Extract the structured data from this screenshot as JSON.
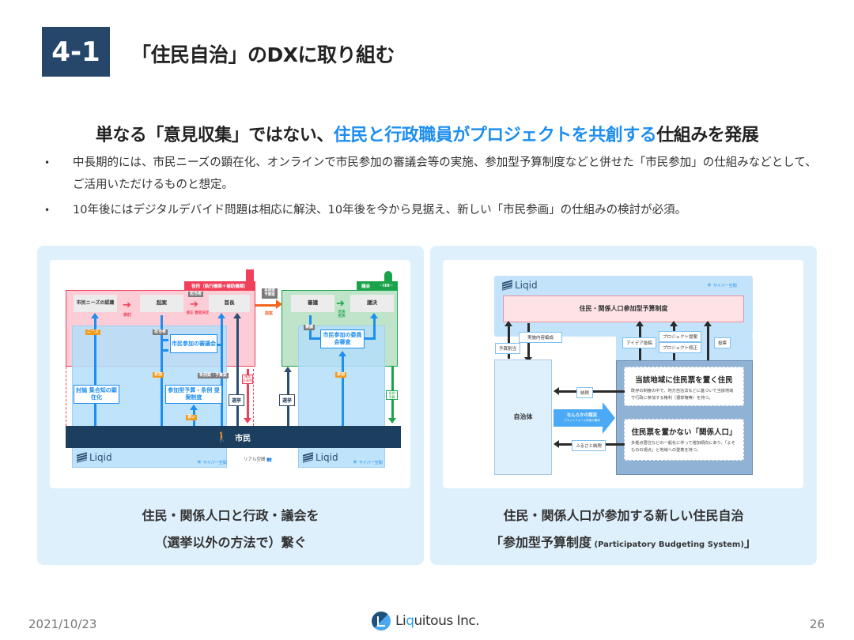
{
  "section": {
    "number": "4-1",
    "title": "「住民自治」のDXに取り組む"
  },
  "headline": {
    "prefix": "単なる「意見収集」ではない、",
    "highlight": "住民と行政職員がプロジェクトを共創する",
    "suffix": "仕組みを発展",
    "highlight_color": "#1e8ef0"
  },
  "bullets": [
    {
      "marker": "•",
      "text": "中長期的には、市民ニーズの顕在化、オンラインで市民参加の審議会等の実施、参加型予算制度などと併せた「市民参加」の仕組みなどとして、ご活用いただけるものと想定。"
    },
    {
      "marker": "•",
      "text": "10年後にはデジタルデバイド問題は相応に解決、10年後を今から見据え、新しい「市民参画」の仕組みの検討が必須。"
    }
  ],
  "left_panel": {
    "caption_line1": "住民・関係人口と行政・議会を",
    "caption_line2": "（選挙以外の方法で）繋ぐ",
    "diagram": {
      "yakusho_label": "役所（執行機関＋補助機関）",
      "gikai_label": "議会",
      "gikai_icon_text": "··IIII··",
      "boxes": {
        "needs": "市民ニーズの認識",
        "kian": "起案",
        "shucho": "首長",
        "shingi": "審議",
        "giketsu": "議決",
        "shingikai": "市民参加の審議会",
        "iinkai": "市民参加の委員会審査",
        "tougi": "討論 集合知の顕在化",
        "yosan": "参加型予算・条例 提案制度"
      },
      "arrow_labels": {
        "kento": "検討",
        "kessai": "修正 意思決定",
        "teian": "提案",
        "kaketsu": "可決 否決"
      },
      "tags": {
        "needs": "ニーズ",
        "tantousha1": "担当者",
        "tantousha2": "担当者",
        "sanka1": "参加",
        "jorei_yosan": "条例案・予算案",
        "omoi": "思い",
        "shingi": "審議",
        "sanka2": "参加",
        "jorei_yosan2": "条例案 予算案"
      },
      "senkyo": "選挙",
      "shisaku": "施策 計画等",
      "jorei": "条例 予算",
      "citizen_bar": "市民",
      "real_space": "リアル空間",
      "liqid_logo": "Liqid",
      "cyber_space": "サイバー空間"
    }
  },
  "right_panel": {
    "caption_line1": "住民・関係人口が参加する新しい住民自治",
    "caption_line2_main": "「参加型予算制度",
    "caption_line2_en": " (Participatory Budgeting System)",
    "caption_line2_end": "」",
    "diagram": {
      "liqid_logo": "Liqid",
      "cyber_space": "サイバー空間",
      "system_title": "住民・関係人口参加型予算制度",
      "labels": {
        "yosan_wariate": "予算割当",
        "jisshi_hensei": "実施内容編成",
        "idea": "アイデア投稿",
        "project_teian": "プロジェクト提案",
        "project_shusei": "プロジェクト修正",
        "touhyou": "投票",
        "nouzei": "納税",
        "furusato": "ふるさと納税"
      },
      "jichitai": "自治体",
      "nintei_main": "なんらかの認定",
      "nintei_sub": "プラットフォーム利用の権利",
      "card1_title": "当該地域に住民票を置く住民",
      "card1_body": "既存の制度の中で、地方自治法などに基づいて当該地域で行政に参加する権利（選挙権等）を持つ。",
      "card2_title": "住民票を置かない「関係人口」",
      "card2_body": "多拠点居住などの一般化に伴って増加傾向にあり、「よそものの視点」と地域への愛着を持つ。"
    }
  },
  "footer": {
    "date": "2021/10/23",
    "logo_prefix": "Li",
    "logo_q": "q",
    "logo_suffix": "uitous Inc.",
    "page": "26"
  }
}
